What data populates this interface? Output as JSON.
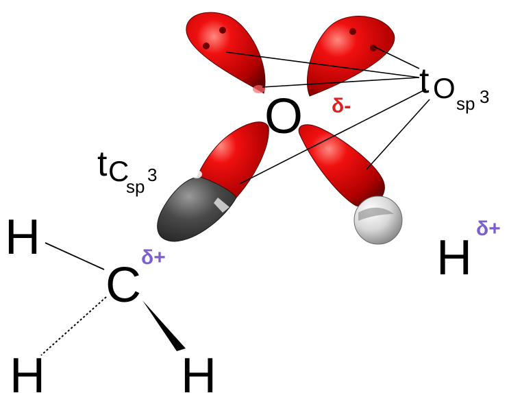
{
  "atoms": {
    "oxygen": "O",
    "carbon": "C",
    "hydroxyl_hydrogen": "H",
    "methyl_h_left": "H",
    "methyl_h_dashed": "H",
    "methyl_h_wedge": "H"
  },
  "charges": {
    "oxygen": "δ-",
    "carbon": "δ+",
    "hydroxyl_hydrogen": "δ+"
  },
  "orbital_labels": {
    "oxygen": {
      "main": "t",
      "atom": "O",
      "sub": "sp",
      "sup": "3"
    },
    "carbon": {
      "main": "t",
      "atom": "C",
      "sub": "sp",
      "sup": "3"
    }
  },
  "colors": {
    "orbital_red": "#e00000",
    "orbital_dark_red": "#7a0000",
    "carbon_gray": "#3a3a3a",
    "hydrogen_silver": "#bdbdbd",
    "negative_charge": "#e02020",
    "positive_charge": "#7b5fd0",
    "text": "#000000"
  }
}
